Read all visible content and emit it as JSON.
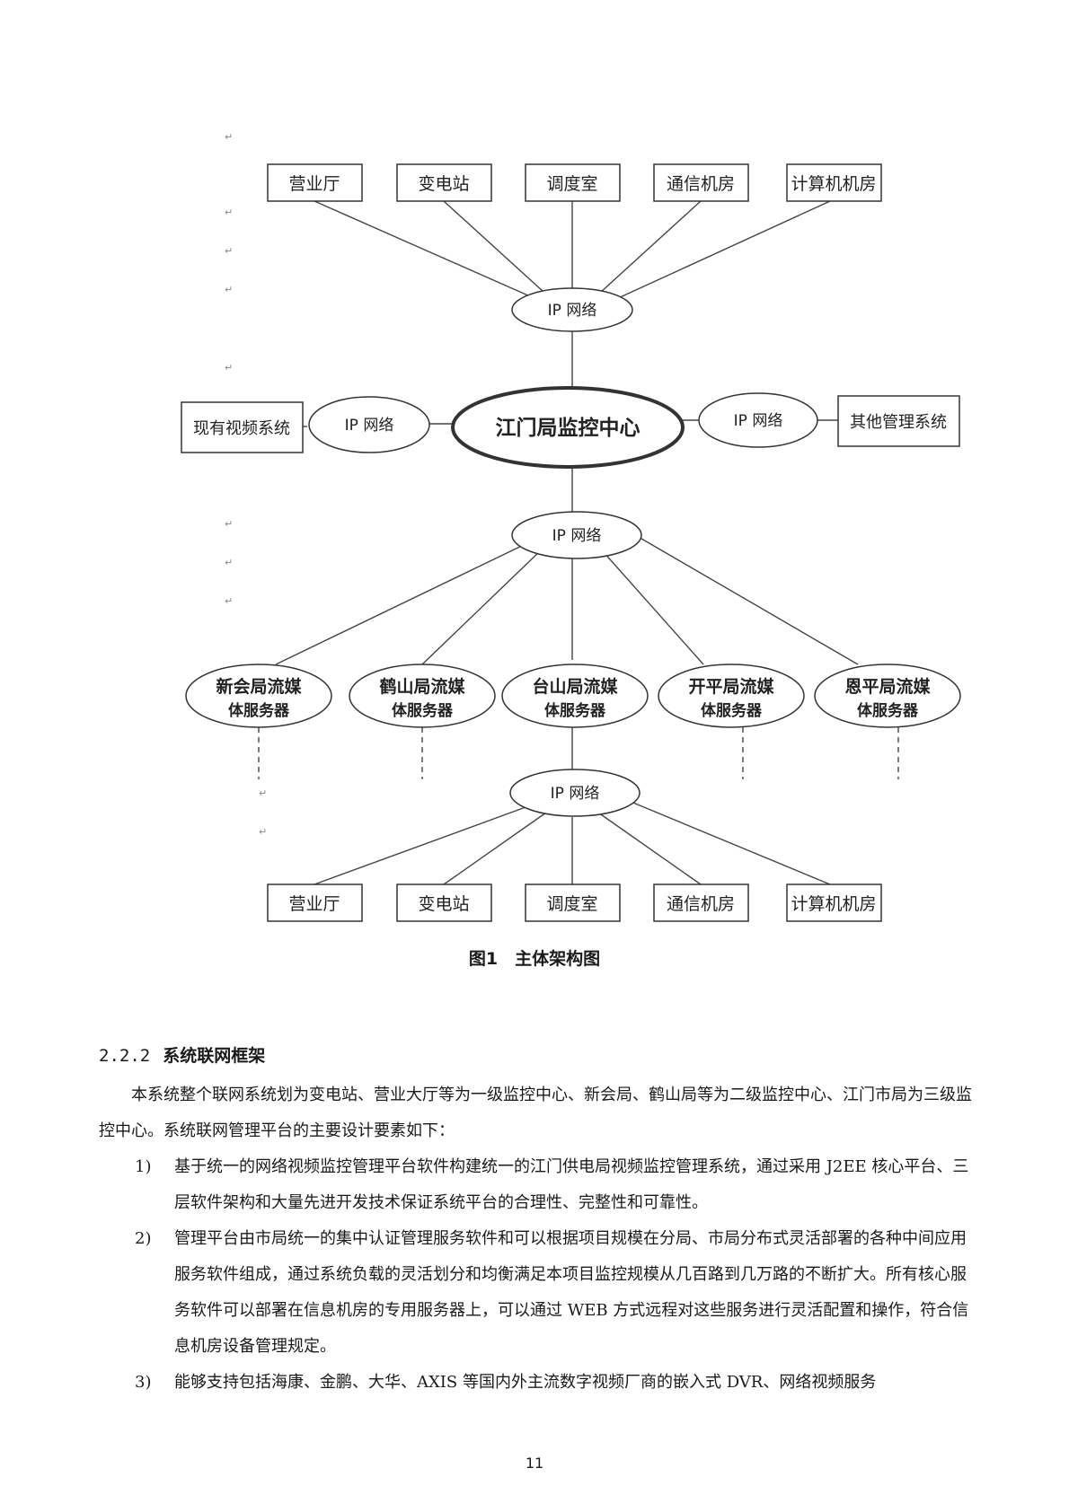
{
  "figure": {
    "top_row": [
      "营业厅",
      "变电站",
      "调度室",
      "通信机房",
      "计算机机房"
    ],
    "bottom_row": [
      "营业厅",
      "变电站",
      "调度室",
      "通信机房",
      "计算机机房"
    ],
    "ip_label": "IP 网络",
    "center": "江门局监控中心",
    "left_system": "现有视频系统",
    "right_system": "其他管理系统",
    "servers": [
      {
        "line1": "新会局流媒",
        "line2": "体服务器"
      },
      {
        "line1": "鹤山局流媒",
        "line2": "体服务器"
      },
      {
        "line1": "台山局流媒",
        "line2": "体服务器"
      },
      {
        "line1": "开平局流媒",
        "line2": "体服务器"
      },
      {
        "line1": "恩平局流媒",
        "line2": "体服务器"
      }
    ],
    "caption": "图1　主体架构图"
  },
  "section": {
    "number": "2.2.2",
    "title": "系统联网框架"
  },
  "intro": "本系统整个联网系统划为变电站、营业大厅等为一级监控中心、新会局、鹤山局等为二级监控中心、江门市局为三级监控中心。系统联网管理平台的主要设计要素如下：",
  "items": [
    {
      "idx": "1)",
      "text": "基于统一的网络视频监控管理平台软件构建统一的江门供电局视频监控管理系统，通过采用 J2EE 核心平台、三层软件架构和大量先进开发技术保证系统平台的合理性、完整性和可靠性。"
    },
    {
      "idx": "2)",
      "text": "管理平台由市局统一的集中认证管理服务软件和可以根据项目规模在分局、市局分布式灵活部署的各种中间应用服务软件组成，通过系统负载的灵活划分和均衡满足本项目监控规模从几百路到几万路的不断扩大。所有核心服务软件可以部署在信息机房的专用服务器上，可以通过 WEB 方式远程对这些服务进行灵活配置和操作，符合信息机房设备管理规定。"
    },
    {
      "idx": "3)",
      "text": "能够支持包括海康、金鹏、大华、AXIS 等国内外主流数字视频厂商的嵌入式 DVR、网络视频服务"
    }
  ],
  "page_number": "11"
}
